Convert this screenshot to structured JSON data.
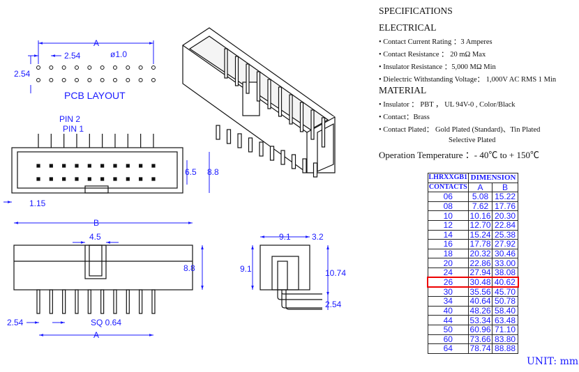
{
  "pcb_layout": {
    "title": "PCB LAYOUT",
    "dim_a": "A",
    "pitch": "2.54",
    "row_pitch": "2.54",
    "hole": "ø1.0"
  },
  "top_view": {
    "pin2": "PIN 2",
    "pin1": "PIN 1",
    "height_inner": "6.5",
    "height": "8.8",
    "offset": "1.15"
  },
  "front_view": {
    "dim_b": "B",
    "slot": "4.5",
    "height": "8.8",
    "pitch": "2.54",
    "pin_size": "SQ 0.64",
    "dim_a": "A"
  },
  "side_view": {
    "depth": "9.1",
    "pin_offset": "3.2",
    "height": "9.1",
    "pin_height": "10.74",
    "row_pitch": "2.54"
  },
  "specs": {
    "title": "SPECIFICATIONS",
    "electrical": "ELECTRICAL",
    "electrical_items": [
      "• Contact Current Rating ：3 Amperes",
      "• Contact Resistance ： 20 mΩ Max",
      "• Insulator Resistance ：5,000 MΩ Min",
      "• Dielectric Withstanding Voltage： 1,000V AC RMS 1 Min"
    ],
    "material": "MATERIAL",
    "material_items": [
      "• Insulator ： PBT ，  UL 94V-0 , Color/Black",
      "• Contact：Brass",
      "• Contact  Plated： Gold Plated (Standard)、Tin Plated",
      "Selective Plated"
    ],
    "temperature": "Operation Temperature  ：- 40℃ to + 150℃"
  },
  "table": {
    "part": "LHRXXGB1",
    "dimension": "DIMENSION",
    "contacts": "CONTACTS",
    "col_a": "A",
    "col_b": "B",
    "highlight": "26",
    "rows": [
      [
        "06",
        "5.08",
        "15.22"
      ],
      [
        "08",
        "7.62",
        "17.76"
      ],
      [
        "10",
        "10.16",
        "20.30"
      ],
      [
        "12",
        "12.70",
        "22.84"
      ],
      [
        "14",
        "15.24",
        "25.38"
      ],
      [
        "16",
        "17.78",
        "27.92"
      ],
      [
        "18",
        "20.32",
        "30.46"
      ],
      [
        "20",
        "22.86",
        "33.00"
      ],
      [
        "24",
        "27.94",
        "38.08"
      ],
      [
        "26",
        "30.48",
        "40.62"
      ],
      [
        "30",
        "35.56",
        "45.70"
      ],
      [
        "34",
        "40.64",
        "50.78"
      ],
      [
        "40",
        "48.26",
        "58.40"
      ],
      [
        "44",
        "53.34",
        "63.48"
      ],
      [
        "50",
        "60.96",
        "71.10"
      ],
      [
        "60",
        "73.66",
        "83.80"
      ],
      [
        "64",
        "78.74",
        "88.88"
      ]
    ]
  },
  "unit": "UNIT: mm",
  "colors": {
    "dimension": "#1a1aff",
    "highlight": "#e00000"
  }
}
